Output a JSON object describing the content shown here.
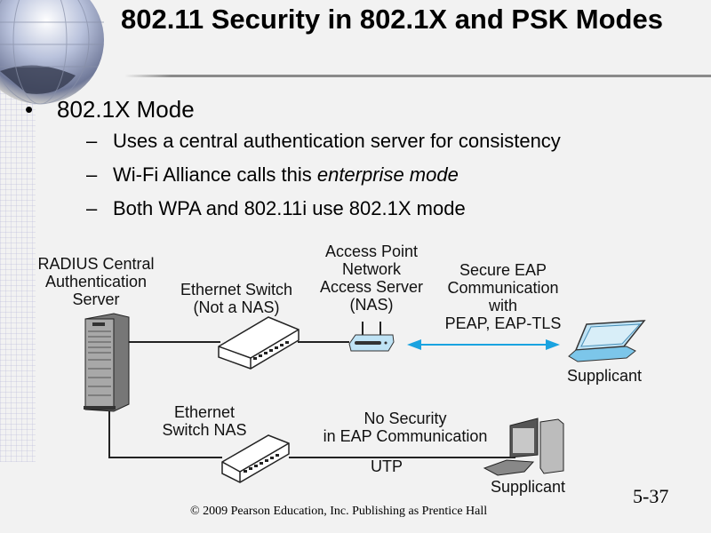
{
  "slide": {
    "title": "802.11 Security in 802.1X and PSK Modes",
    "bullets": [
      {
        "text": "802.1X Mode",
        "sub": [
          {
            "text": "Uses a central authentication server for consistency"
          },
          {
            "prefix": "Wi-Fi Alliance calls this ",
            "emphasis": "enterprise mode"
          },
          {
            "text": "Both WPA and 802.11i use 802.1X mode"
          }
        ]
      }
    ],
    "bullet_glyph": "•",
    "sub_glyph": "–"
  },
  "diagram": {
    "radius_server": [
      "RADIUS Central",
      "Authentication",
      "Server"
    ],
    "ethernet_switch": [
      "Ethernet Switch",
      "(Not a NAS)"
    ],
    "access_point": [
      "Access Point",
      "Network",
      "Access Server",
      "(NAS)"
    ],
    "secure_eap": [
      "Secure EAP",
      "Communication",
      "with",
      "PEAP, EAP-TLS"
    ],
    "supplicant_wireless": "Supplicant",
    "ethernet_switch_nas": [
      "Ethernet",
      "Switch NAS"
    ],
    "no_security": [
      "No Security",
      "in EAP Communication"
    ],
    "utp": "UTP",
    "supplicant_wired": "Supplicant",
    "colors": {
      "arrow": "#1aa3e0",
      "device_blue": "#bfe3f5",
      "line": "#222222"
    }
  },
  "footer": {
    "copyright": "© 2009 Pearson Education, Inc.  Publishing as Prentice Hall",
    "page_number": "5-37"
  }
}
